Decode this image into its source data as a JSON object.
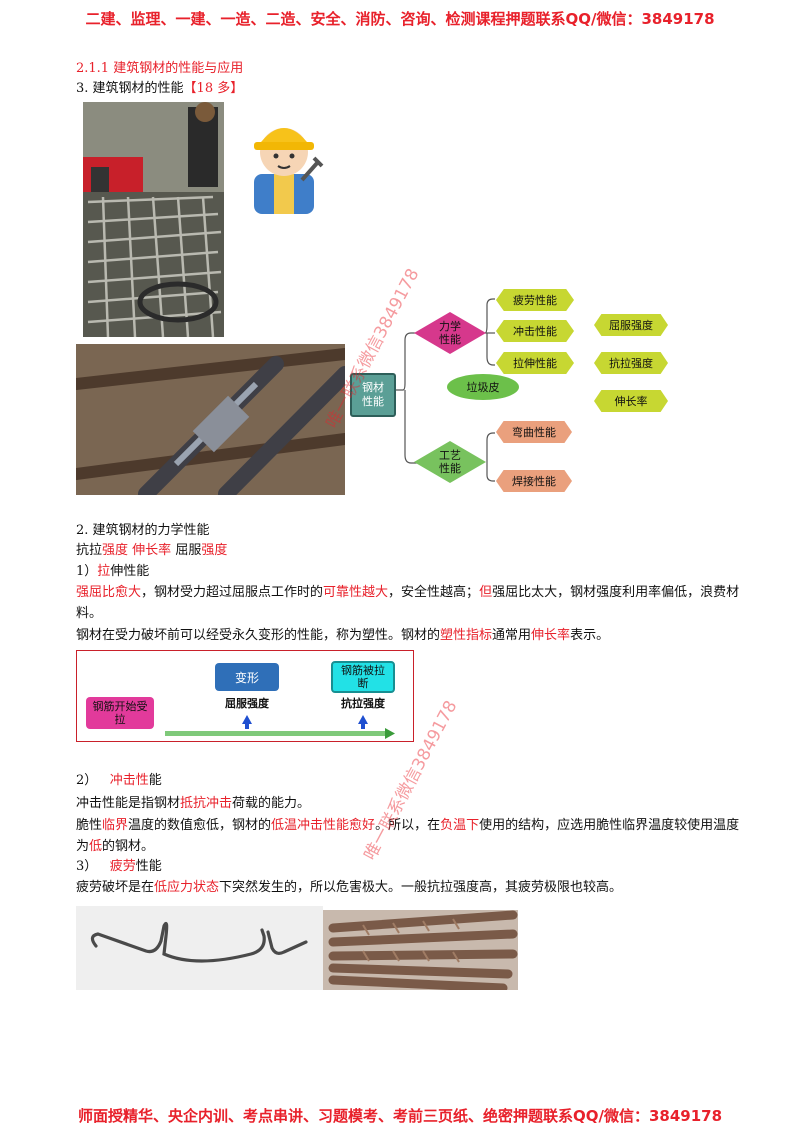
{
  "header": {
    "text": "二建、监理、一建、一造、二造、安全、消防、咨询、检测课程押题联系QQ/微信：3849178"
  },
  "footer": {
    "text": "师面授精华、央企内训、考点串讲、习题模考、考前三页纸、绝密押题联系QQ/微信：3849178"
  },
  "watermark": {
    "text": "唯一联系微信3849178"
  },
  "section": {
    "title": "2.1.1 建筑钢材的性能与应用"
  },
  "heading3": {
    "prefix": "3. 建筑钢材的性能",
    "tag": "【18 多】"
  },
  "mindmap": {
    "root": "钢材性能",
    "mech": "力学性能",
    "proc": "工艺性能",
    "fatigue": "疲劳性能",
    "impact": "冲击性能",
    "tensile": "拉伸性能",
    "yield": "屈服强度",
    "ultimate": "抗拉强度",
    "elong": "伸长率",
    "trash": "垃圾皮",
    "bend": "弯曲性能",
    "weld": "焊接性能"
  },
  "heading2": {
    "text": "2. 建筑钢材的力学性能"
  },
  "props": {
    "a1": "抗拉",
    "a2": "强度",
    "b": "伸长率",
    "c1": "屈服",
    "c2": "强度"
  },
  "s1": {
    "num": "1）",
    "h1": "拉",
    "h2": "伸性能"
  },
  "p1": {
    "t1": "强屈比愈大",
    "t2": "，钢材受力超过屈服点工作时的",
    "t3": "可靠性越大",
    "t4": "，安全性越高；",
    "t5": "但",
    "t6": "强屈比太大，钢材强度利用率偏低，浪费材料。"
  },
  "p2": {
    "t1": "钢材在受力破坏前可以经受永久变形的性能，称为塑性。钢材的",
    "t2": "塑性指标",
    "t3": "通常用",
    "t4": "伸长率",
    "t5": "表示。"
  },
  "diagram": {
    "start": "钢筋开始受拉",
    "deform": "变形",
    "snap": "钢筋被拉断",
    "yield": "屈服强度",
    "ultimate": "抗拉强度"
  },
  "s2": {
    "num": "2）",
    "h1": "冲击性",
    "h2": "能"
  },
  "p3": {
    "t1": "冲击性能是指钢材",
    "t2": "抵抗冲击",
    "t3": "荷载的能力。"
  },
  "p4": {
    "t1": "脆性",
    "t2": "临界",
    "t3": "温度的数值愈低，钢材的",
    "t4": "低温冲击性能愈好",
    "t5": "。所以，在",
    "t6": "负温下",
    "t7": "使用的结构，应选用脆性临界温度较使用温度为",
    "t8": "低",
    "t9": "的钢材。"
  },
  "s3": {
    "num": "3）",
    "h1": "疲劳",
    "h2": "性能"
  },
  "p5": {
    "t1": "疲劳破坏是在",
    "t2": "低应力状态",
    "t3": "下突然发生的，所以危害极大。一般抗拉强度高，其疲劳极限也较高。"
  },
  "colors": {
    "red": "#e8212b",
    "hexGreen": "#c7d732",
    "hexOrange": "#eaa07d",
    "teal": "#5b9f96",
    "pink": "#d6388c"
  }
}
